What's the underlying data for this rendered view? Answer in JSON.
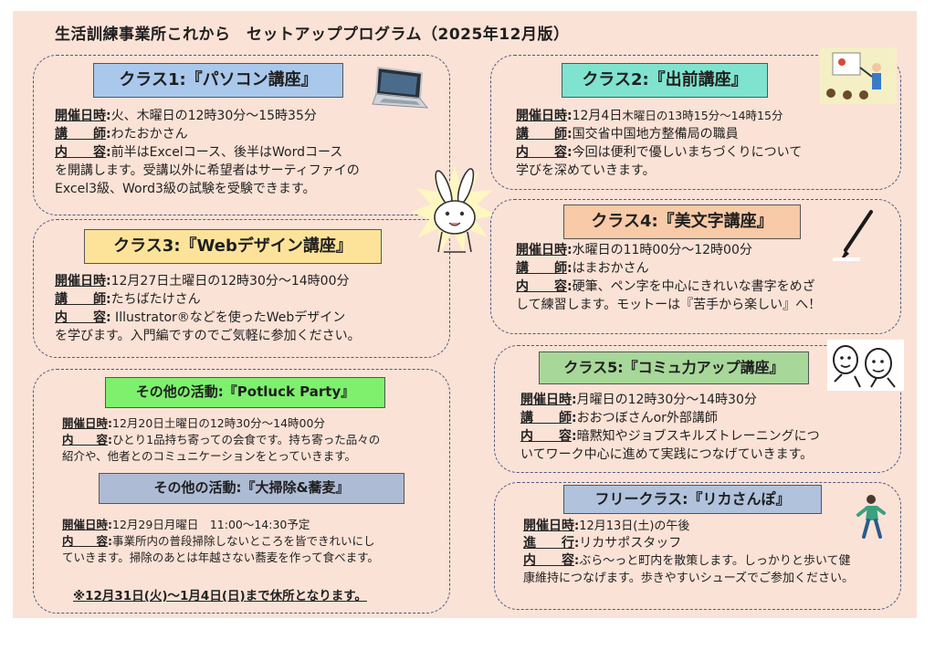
{
  "title": "生活訓練事業所これから　セットアッププログラム（2025年12月版）",
  "labels": {
    "date": "開催日時",
    "teacher": "講　　師",
    "content": "内　　容",
    "progress": "進　　行"
  },
  "class1": {
    "heading": "クラス1:『パソコン講座』",
    "date": "火、木曜日の12時30分～15時35分",
    "teacher": "わたおかさん",
    "content_1": "前半はExcelコース、後半はWordコース",
    "content_2": "を開講します。受講以外に希望者はサーティファイの",
    "content_3": "Excel3級、Word3級の試験を受験できます。"
  },
  "class2": {
    "heading": "クラス2:『出前講座』",
    "date_main": "12月4日",
    "date_rest": "木曜日の13時15分～14時15分",
    "teacher": "国交省中国地方整備局の職員",
    "content_1": "今回は便利で優しいまちづくりについて",
    "content_2": "学びを深めていきます。"
  },
  "class3": {
    "heading": "クラス3:『Webデザイン講座』",
    "date": "12月27日土曜日の12時30分～14時00分",
    "teacher": "たちばたけさん",
    "content_1": " Illustrator®などを使ったWebデザイン",
    "content_2": "を学びます。入門編ですのでご気軽に参加ください。"
  },
  "class4": {
    "heading": "クラス4:『美文字講座』",
    "date": "水曜日の11時00分～12時00分",
    "teacher": "はまおかさん",
    "content_1": "硬筆、ペン字を中心にきれいな書字をめざ",
    "content_2": "して練習します。モットーは『苦手から楽しい』へ！"
  },
  "class5": {
    "heading": "クラス5:『コミュ力アップ講座』",
    "date": "月曜日の12時30分～14時30分",
    "teacher": "おおつぼさんor外部講師",
    "content_1": "暗黙知やジョブスキルズトレーニングにつ",
    "content_2": "いてワーク中心に進めて実践につなげていきます。"
  },
  "potluck": {
    "heading": "その他の活動:『Potluck Party』",
    "date": "12月20日土曜日の12時30分～14時00分",
    "content_1": "ひとり1品持ち寄っての会食です。持ち寄った品々の",
    "content_2": "紹介や、他者とのコミュニケーションをとっていきます。"
  },
  "cleaning": {
    "heading": "その他の活動:『大掃除&蕎麦』",
    "date": "12月29日月曜日　11:00～14:30予定",
    "content_1": "事業所内の普段掃除しないところを皆できれいにし",
    "content_2": "ていきます。掃除のあとは年越さない蕎麦を作って食べます。"
  },
  "notice": "※12月31日(火)～1月4日(日)まで休所となります。",
  "free": {
    "heading": "フリークラス:『リカさんぽ』",
    "date": "12月13日(土)の午後",
    "progress": "リカサポスタッフ",
    "content_1": "ぶら～っと町内を散策します。しっかりと歩いて健",
    "content_2": "康維持につなげます。歩きやすいシューズでご参加ください。"
  },
  "colors": {
    "background": "#fbe2d6",
    "border": "#4d5a86",
    "class1_pill": "#a9c8ec",
    "class2_pill": "#7fe3cf",
    "class3_pill": "#fde39a",
    "class4_pill": "#f8caa7",
    "class5_pill": "#a8d79a",
    "potluck_pill": "#7ef06e",
    "cleaning_pill": "#aebbd4",
    "free_pill": "#b0c2dc"
  },
  "icons": [
    "laptop-icon",
    "lecture-icon",
    "rabbit-mascot-icon",
    "brush-pen-icon",
    "people-talking-icon",
    "walking-person-icon"
  ]
}
